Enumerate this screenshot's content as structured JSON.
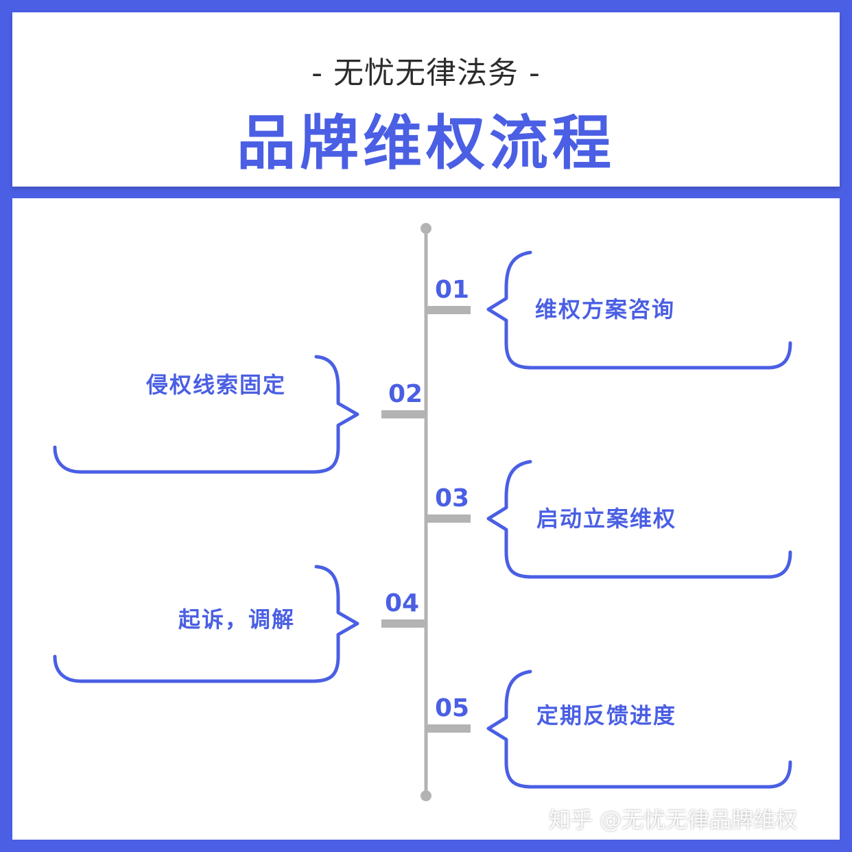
{
  "header": {
    "subtitle": "- 无忧无律法务 -",
    "title": "品牌维权流程"
  },
  "steps": [
    {
      "num": "01",
      "label": "维权方案咨询",
      "side": "right"
    },
    {
      "num": "02",
      "label": "侵权线索固定",
      "side": "left"
    },
    {
      "num": "03",
      "label": "启动立案维权",
      "side": "right"
    },
    {
      "num": "04",
      "label": "起诉，调解",
      "side": "left"
    },
    {
      "num": "05",
      "label": "定期反馈进度",
      "side": "right"
    }
  ],
  "watermark": "知乎 @无忧无律品牌维权",
  "colors": {
    "accent": "#4a5fe3",
    "timeline": "#b3b3b3",
    "panel": "#ffffff",
    "text_dark": "#2b2b2b"
  }
}
